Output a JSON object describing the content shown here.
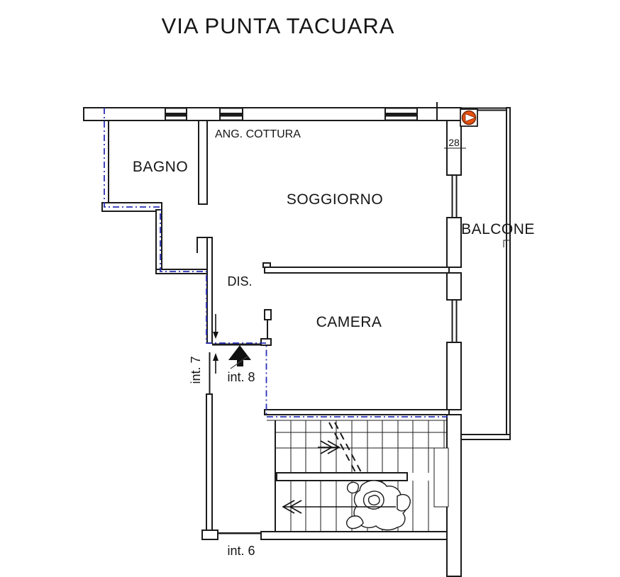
{
  "title": "VIA PUNTA TACUARA",
  "rooms": {
    "bagno": "BAGNO",
    "ang_cottura": "ANG. COTTURA",
    "soggiorno": "SOGGIORNO",
    "balcone": "BALCONE",
    "dis": "DIS.",
    "camera": "CAMERA"
  },
  "units": {
    "int7": "int. 7",
    "int8": "int. 8",
    "int6": "int. 6"
  },
  "annotations": {
    "wall_dimension": "28"
  },
  "colors": {
    "boundary_line": "#2a30b5",
    "wall_line": "#1b1b1b",
    "marker_fill": "#e8500f",
    "marker_ring": "#7a2807"
  }
}
